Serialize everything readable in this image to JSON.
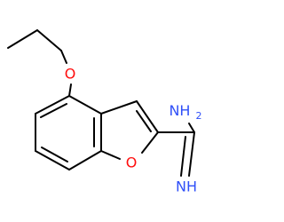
{
  "molecule": {
    "atoms": {
      "ether_oxygen": {
        "symbol": "O",
        "color": "#ff0d0d"
      },
      "furan_oxygen": {
        "symbol": "O",
        "color": "#ff0d0d"
      },
      "amine": {
        "symbol": "NH",
        "subscript": "2",
        "color": "#3050f8"
      },
      "imine": {
        "symbol": "NH",
        "color": "#3050f8"
      }
    }
  }
}
